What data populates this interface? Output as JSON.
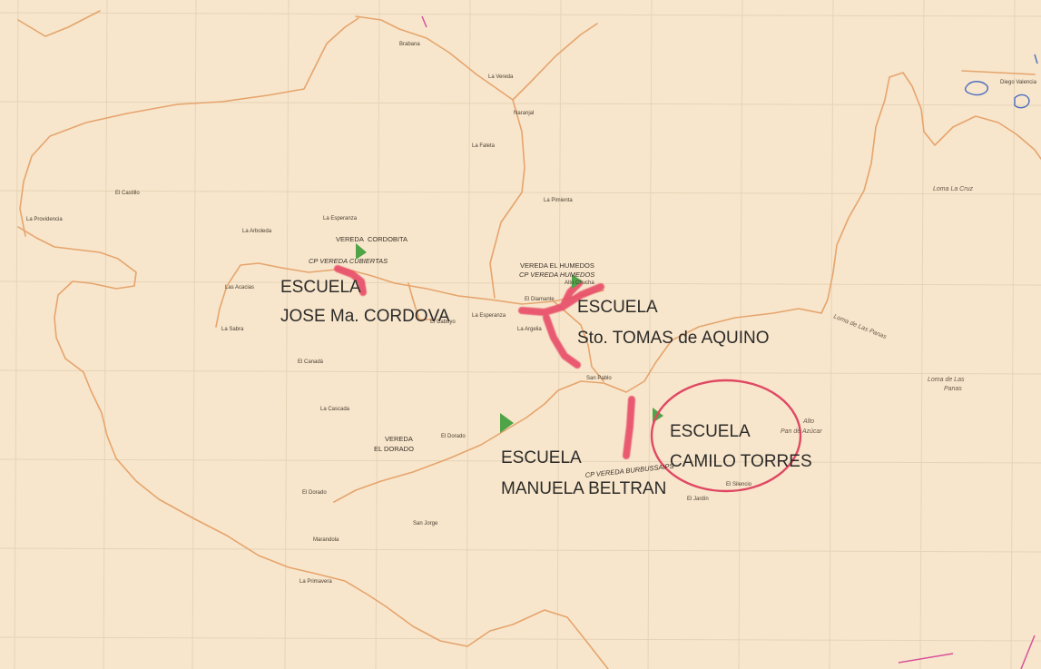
{
  "colors": {
    "paper": "#f7e6cc",
    "grid": "#e3cfb1",
    "road": "#e7a66e",
    "highlight": "#e8506a",
    "flag": "#4fa447",
    "circle": "#e04863",
    "water": "#4a6cc0"
  },
  "schools": [
    {
      "id": "cordova",
      "line1": "ESCUELA",
      "line2": "JOSE Ma. CORDOVA"
    },
    {
      "id": "aquino",
      "line1": "ESCUELA",
      "line2": "Sto. TOMAS de AQUINO"
    },
    {
      "id": "beltran",
      "line1": "ESCUELA",
      "line2": "MANUELA BELTRAN"
    },
    {
      "id": "torres",
      "line1": "ESCUELA",
      "line2": "CAMILO TORRES"
    }
  ],
  "veredas": {
    "vereda_cordobita_1": "VEREDA",
    "vereda_cordobita_2": "CORDOBITA",
    "cp_cordobita": "CP VEREDA CUBIERTAS",
    "vereda_humedos": "VEREDA EL HUMEDOS",
    "cp_humedos": "CP VEREDA HUMEDOS",
    "vereda_dorado_1": "VEREDA",
    "vereda_dorado_2": "EL DORADO",
    "cp_burbujas": "CP VEREDA BURBUSSAIPS"
  },
  "places": {
    "brabana": "Brabana",
    "la_vereda": "La Vereda",
    "naranjal": "Naranjal",
    "la_faleta": "La Faleta",
    "la_pimienta": "La Pimienta",
    "el_castillo": "El Castillo",
    "la_providencia": "La Providencia",
    "la_esperanza_n": "La Esperanza",
    "la_arboleda": "La Arboleda",
    "las_acacias": "Las Acacias",
    "la_sabra": "La Sabra",
    "el_cabuyo": "El Cabuyo",
    "la_esperanza_c": "La Esperanza",
    "el_diamante": "El Diamante",
    "la_argelia": "La Argelia",
    "san_pablo": "San Pablo",
    "el_canada": "El Canadá",
    "la_cascada": "La Cascada",
    "el_dorado_1": "El Dorado",
    "el_dorado_2": "El Dorado",
    "san_jorge": "San Jorge",
    "marandola": "Marandola",
    "la_primavera": "La Primavera",
    "el_jardin": "El Jardín",
    "el_silencio": "El Silencio",
    "alto_chucha": "Alto Chucha",
    "alto_pan": "Alto",
    "pan_azucar": "Pan de Azúcar",
    "loma_cruz": "Loma La Cruz",
    "loma_panas": "Loma de Las Panas",
    "loma_panas2_1": "Loma de Las",
    "loma_panas2_2": "Panas",
    "diego": "Diego Valencia"
  }
}
